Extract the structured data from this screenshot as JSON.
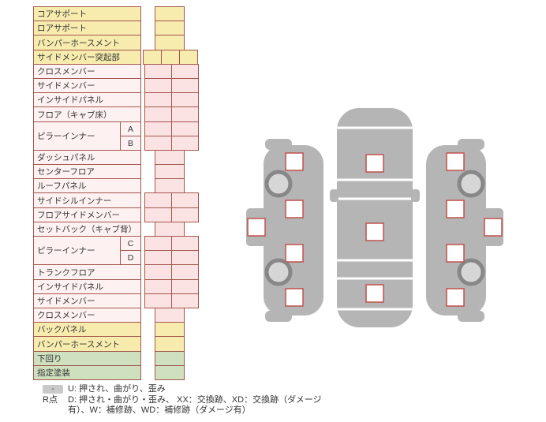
{
  "colors": {
    "border": "#a4574e",
    "yellow": "#f7ecae",
    "pink_label": "#fdf1f1",
    "pink_cell": "#fbe3e3",
    "green": "#cfe0bf",
    "car_body": "#b5b5b5",
    "wheel_ring": "#878787",
    "wheel_fill": "#d6d6d6",
    "checkpoint_border": "#c0504d",
    "badge": "#c9c9c9",
    "text": "#333333"
  },
  "parts_table": {
    "rows": [
      {
        "label": "コアサポート",
        "group": "yellow",
        "cells": 1
      },
      {
        "label": "ロアサポート",
        "group": "yellow",
        "cells": 1
      },
      {
        "label": "バンパーホースメント",
        "group": "yellow",
        "cells": 1
      },
      {
        "label": "サイドメンバー突起部",
        "group": "yellow",
        "cells": 3
      },
      {
        "label": "クロスメンバー",
        "group": "pink",
        "cells": 2
      },
      {
        "label": "サイドメンバー",
        "group": "pink",
        "cells": 2
      },
      {
        "label": "インサイドパネル",
        "group": "pink",
        "cells": 2
      },
      {
        "label": "フロア（キャブ床）",
        "group": "pink",
        "cells": 2
      },
      {
        "label": "ピラーインナー",
        "group": "pink",
        "subrows": [
          {
            "sub": "A",
            "cells": 2
          },
          {
            "sub": "B",
            "cells": 2
          }
        ]
      },
      {
        "label": "ダッシュパネル",
        "group": "pink",
        "cells": 1
      },
      {
        "label": "センターフロア",
        "group": "pink",
        "cells": 1
      },
      {
        "label": "ルーフパネル",
        "group": "pink",
        "cells": 1
      },
      {
        "label": "サイドシルインナー",
        "group": "pink",
        "cells": 2
      },
      {
        "label": "フロアサイドメンバー",
        "group": "pink",
        "cells": 2
      },
      {
        "label": "セットバック（キャブ背）",
        "group": "pink",
        "cells": 1
      },
      {
        "label": "ピラーインナー",
        "group": "pink",
        "subrows": [
          {
            "sub": "C",
            "cells": 2
          },
          {
            "sub": "D",
            "cells": 2
          }
        ]
      },
      {
        "label": "トランクフロア",
        "group": "pink",
        "cells": 2
      },
      {
        "label": "インサイドパネル",
        "group": "pink",
        "cells": 2
      },
      {
        "label": "サイドメンバー",
        "group": "pink",
        "cells": 2
      },
      {
        "label": "クロスメンバー",
        "group": "pink",
        "cells": 1
      },
      {
        "label": "バックパネル",
        "group": "yellow",
        "cells": 1
      },
      {
        "label": "バンパーホースメント",
        "group": "yellow",
        "cells": 1
      },
      {
        "label": "下回り",
        "group": "green",
        "cells": 1
      },
      {
        "label": "指定塗装",
        "group": "green",
        "cells": 1
      }
    ]
  },
  "diagram": {
    "top_view": {
      "checkpoints": 3
    },
    "left_side_view": {
      "checkpoints": 5
    },
    "right_side_view": {
      "checkpoints": 5
    }
  },
  "legend": {
    "items": [
      {
        "symbol": "-",
        "description": "U: 押され、曲がり、歪み"
      },
      {
        "symbol": "R点",
        "description": "D: 押され・曲がり・歪み、 XX：交換跡、XD：交換跡（ダメージ有）、W：補修跡、WD：補修跡（ダメージ有）"
      }
    ]
  }
}
